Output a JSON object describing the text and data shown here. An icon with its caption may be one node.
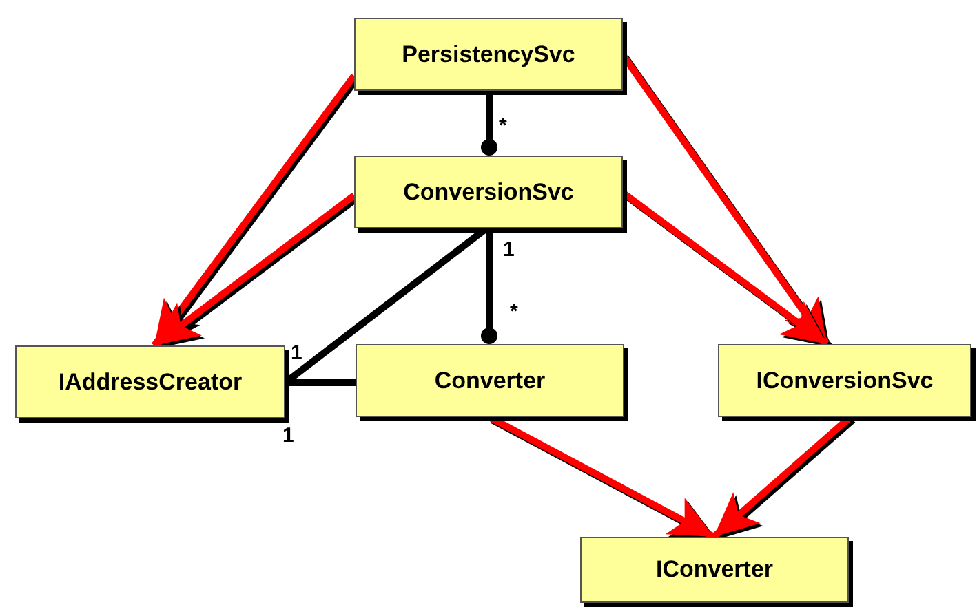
{
  "diagram": {
    "nodes": [
      {
        "text": [
          "PersistencySvc"
        ]
      },
      {
        "text": [
          "ConversionSvc"
        ]
      },
      {
        "text": [
          "IAddressCreator"
        ]
      },
      {
        "text": [
          "Converter"
        ]
      },
      {
        "text": [
          "IConversionSvc"
        ]
      },
      {
        "text": [
          "IConverter"
        ]
      }
    ],
    "edges": [
      {
        "from": 0,
        "to": 2,
        "arrow": "to"
      },
      {
        "from": 0,
        "to": 4,
        "arrow": "to"
      },
      {
        "from": 0,
        "to": 1,
        "arrow": "other",
        "color": "#000000"
      },
      {
        "from": 1,
        "to": 2,
        "arrow": "to"
      },
      {
        "from": 1,
        "to": 4,
        "arrow": "to"
      },
      {
        "from": 1,
        "to": 3,
        "arrow": "other",
        "color": "#000000"
      },
      {
        "from": 1,
        "to": 2,
        "arrow": "none",
        "color": "#000000"
      },
      {
        "from": 2,
        "to": 3,
        "arrow": "none",
        "color": "#000000"
      },
      {
        "from": 3,
        "to": 5,
        "arrow": "to"
      },
      {
        "from": 4,
        "to": 5,
        "arrow": "to"
      }
    ],
    "labels": [
      "*",
      "1",
      "*",
      "1",
      "1"
    ]
  }
}
